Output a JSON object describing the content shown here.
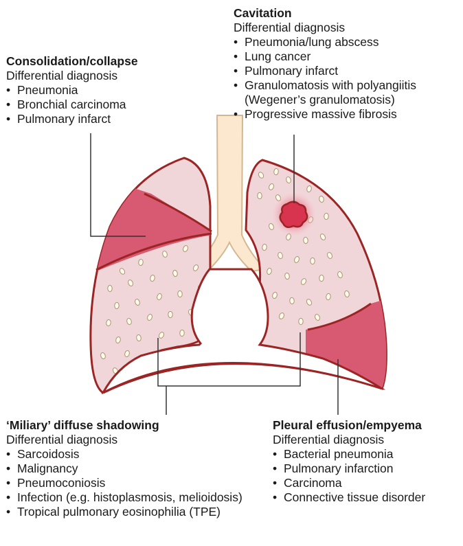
{
  "blocks": {
    "cavitation": {
      "title": "Cavitation",
      "subtitle": "Differential diagnosis",
      "items": [
        "Pneumonia/lung abscess",
        "Lung cancer",
        "Pulmonary infarct",
        "Granulomatosis with polyangiitis (Wegener’s granulomatosis)",
        "Progressive massive fibrosis"
      ]
    },
    "consolidation": {
      "title": "Consolidation/collapse",
      "subtitle": "Differential diagnosis",
      "items": [
        "Pneumonia",
        "Bronchial carcinoma",
        "Pulmonary infarct"
      ]
    },
    "miliary": {
      "title": "‘Miliary’ diffuse shadowing",
      "subtitle": "Differential diagnosis",
      "items": [
        "Sarcoidosis",
        "Malignancy",
        "Pneumoconiosis",
        "Infection (e.g. histoplasmosis, melioidosis)",
        "Tropical pulmonary eosinophilia (TPE)"
      ]
    },
    "pleural": {
      "title": "Pleural effusion/empyema",
      "subtitle": "Differential diagnosis",
      "items": [
        "Bacterial pneumonia",
        "Pulmonary infarction",
        "Carcinoma",
        "Connective tissue disorder"
      ]
    }
  },
  "colors": {
    "outline": "#9b2424",
    "lung_fill": "#f1d6d9",
    "dense_fill": "#d85a72",
    "trachea_fill": "#fbe8cf",
    "trachea_stroke": "#d3b791",
    "nodule_fill": "#fffbeb",
    "nodule_stroke": "#a99473",
    "leader_line": "#333333",
    "cavity_fill": "#d8344f"
  }
}
